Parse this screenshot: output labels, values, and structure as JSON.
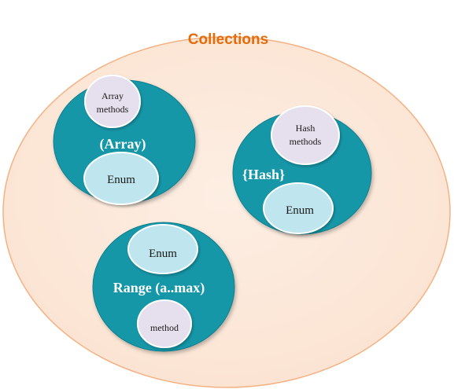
{
  "title": "Collections",
  "colors": {
    "outer_fill": "#fde9d9",
    "outer_stroke": "#f4b183",
    "title_color": "#e46c0a",
    "group_fill": "#1597a8",
    "group_stroke": "#0f7f8e",
    "methods_fill": "#e6e0ee",
    "methods_stroke": "#ffffff",
    "enum_fill": "#bfe6ee",
    "enum_stroke": "#ffffff",
    "label_light": "#ffffff",
    "label_dark": "#1a1a1a"
  },
  "groups": {
    "array": {
      "label": "(Array)",
      "methods_label_line1": "Array",
      "methods_label_line2": "methods",
      "enum_label": "Enum"
    },
    "hash": {
      "label": "{Hash}",
      "methods_label_line1": "Hash",
      "methods_label_line2": "methods",
      "enum_label": "Enum"
    },
    "range": {
      "label": "Range (a..max)",
      "enum_label": "Enum",
      "method_label": "method"
    }
  }
}
